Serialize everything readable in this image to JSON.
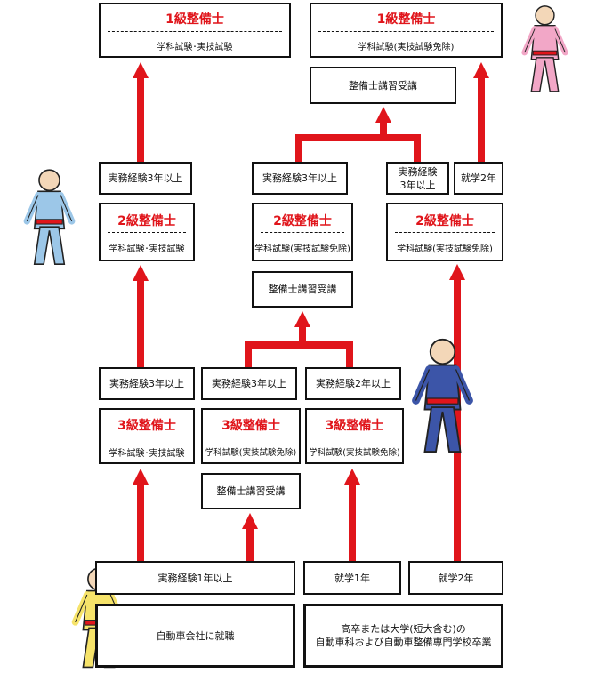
{
  "colors": {
    "accent": "#e0151b",
    "border": "#111111"
  },
  "licenses": {
    "g1_left": {
      "title": "1級整備士",
      "sub": "学科試験･実技試験"
    },
    "g1_right": {
      "title": "1級整備士",
      "sub": "学科試験(実技試験免除)"
    },
    "g2_left": {
      "title": "2級整備士",
      "sub": "学科試験･実技試験"
    },
    "g2_mid": {
      "title": "2級整備士",
      "sub": "学科試験(実技試験免除)"
    },
    "g2_right": {
      "title": "2級整備士",
      "sub": "学科試験(実技試験免除)"
    },
    "g3_left": {
      "title": "3級整備士",
      "sub": "学科試験･実技試験"
    },
    "g3_mid": {
      "title": "3級整備士",
      "sub": "学科試験(実技試験免除)"
    },
    "g3_right": {
      "title": "3級整備士",
      "sub": "学科試験(実技試験免除)"
    }
  },
  "conditions": {
    "course_top": "整備士講習受講",
    "course_mid": "整備士講習受講",
    "course_bottom": "整備士講習受講",
    "exp3_g1_left": "実務経験3年以上",
    "exp3_g1_mid": "実務経験3年以上",
    "exp3_g1_small_l1": "実務経験",
    "exp3_g1_small_l2": "3年以上",
    "study2_g1": "就学2年",
    "exp3_g2_left": "実務経験3年以上",
    "exp3_g2_mid": "実務経験3年以上",
    "exp2_g2_right": "実務経験2年以上",
    "exp1_base": "実務経験1年以上",
    "study1_base": "就学1年",
    "study2_base": "就学2年"
  },
  "start": {
    "employment": "自動車会社に就職",
    "school_l1": "高卒または大学(短大含む)の",
    "school_l2": "自動車科および自動車整備専門学校卒業"
  },
  "icons": [
    "mechanic-pink-figure",
    "mechanic-waving-figure",
    "mechanic-thumbsup-figure",
    "mechanic-yellow-figure"
  ]
}
